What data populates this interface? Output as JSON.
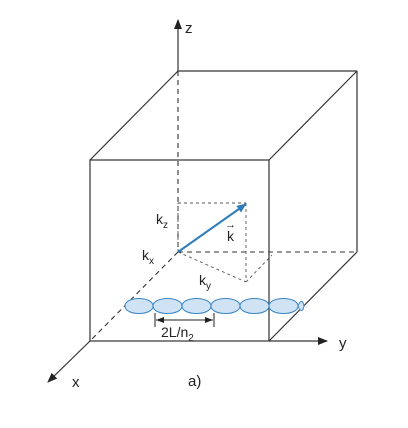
{
  "axes": {
    "x": "x",
    "y": "y",
    "z": "z"
  },
  "vector": {
    "symbol": "k",
    "arrow_glyph": "→"
  },
  "components": {
    "kz": {
      "base": "k",
      "sub": "z"
    },
    "kx": {
      "base": "k",
      "sub": "x"
    },
    "ky": {
      "base": "k",
      "sub": "y"
    }
  },
  "wavelength": {
    "base": "2L/n",
    "sub": "2"
  },
  "caption": "a)",
  "colors": {
    "vector": "#2f7db8",
    "wave_fill": "#cfe3f4",
    "wave_stroke": "#3a86c4",
    "edges": "#333333"
  }
}
